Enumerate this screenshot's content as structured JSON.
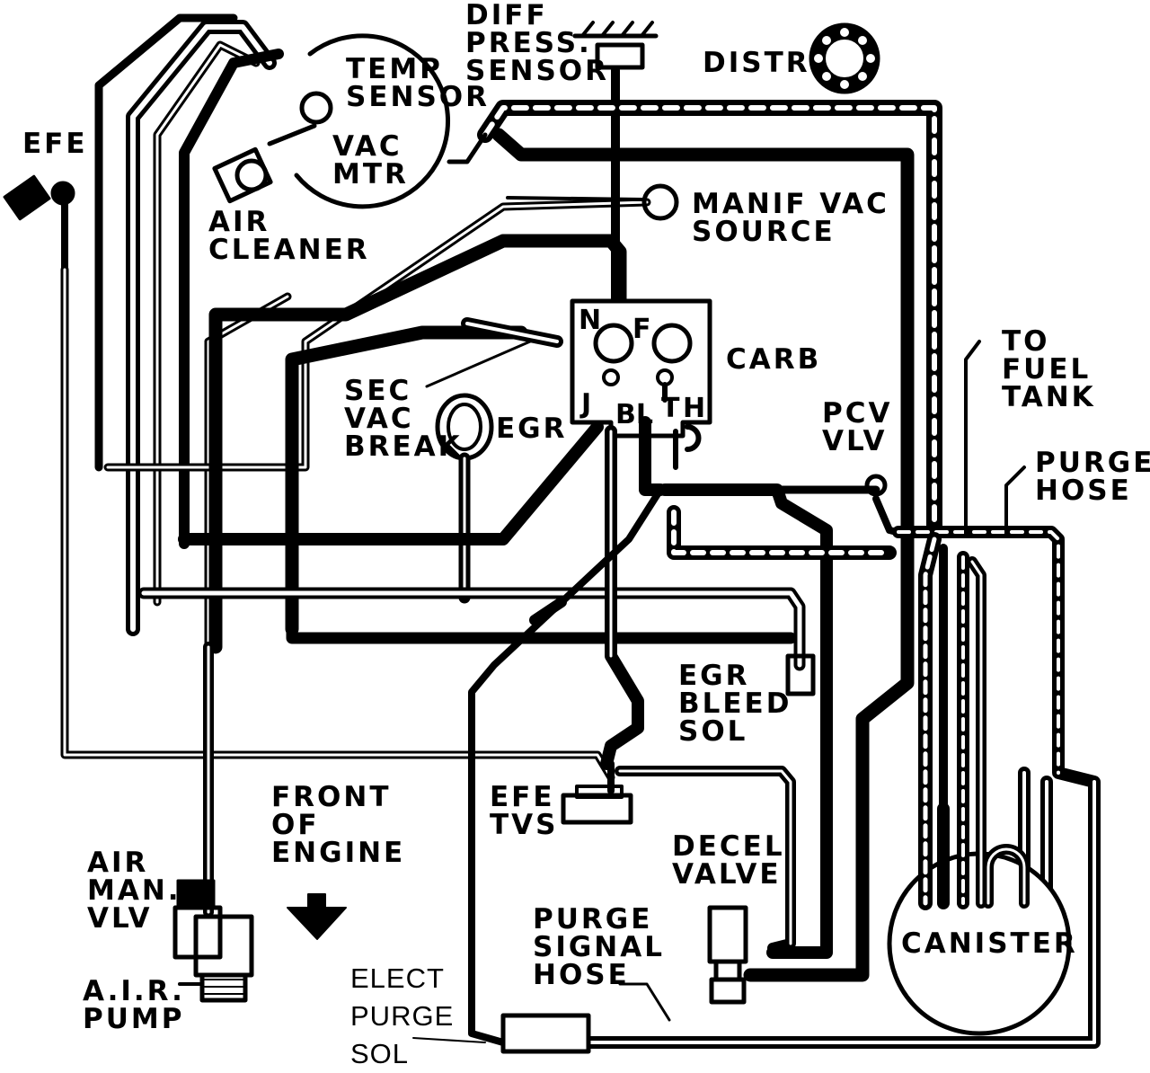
{
  "labels": {
    "diff_press_sensor": "DIFF\nPRESS.\nSENSOR",
    "distr": "DISTR",
    "temp_sensor": "TEMP\nSENSOR",
    "vac_mtr": "VAC\nMTR",
    "efe": "EFE",
    "air_cleaner": "AIR\nCLEANER",
    "manif_vac_source": "MANIF VAC\nSOURCE",
    "carb": "CARB",
    "sec_vac_break": "SEC\nVAC\nBREAK",
    "egr": "EGR",
    "to_fuel_tank": "TO\nFUEL\nTANK",
    "pcv_vlv": "PCV\nVLV",
    "purge_hose": "PURGE\nHOSE",
    "egr_bleed_sol": "EGR\nBLEED\nSOL",
    "front_of_engine": "FRONT\nOF\nENGINE",
    "efe_tvs": "EFE\nTVS",
    "decel_valve": "DECEL\nVALVE",
    "air_man_vlv": "AIR\nMAN.\nVLV",
    "air_pump": "A.I.R.\nPUMP",
    "purge_signal_hose": "PURGE\nSIGNAL\nHOSE",
    "elect_purge_sol": "ELECT\nPURGE\nSOL",
    "canister": "CANISTER"
  },
  "carb_ports": {
    "n": "N",
    "f": "F",
    "j": "J",
    "bl": "BL",
    "t": "T",
    "h": "H"
  },
  "colors": {
    "line": "#000000",
    "background": "#ffffff"
  }
}
